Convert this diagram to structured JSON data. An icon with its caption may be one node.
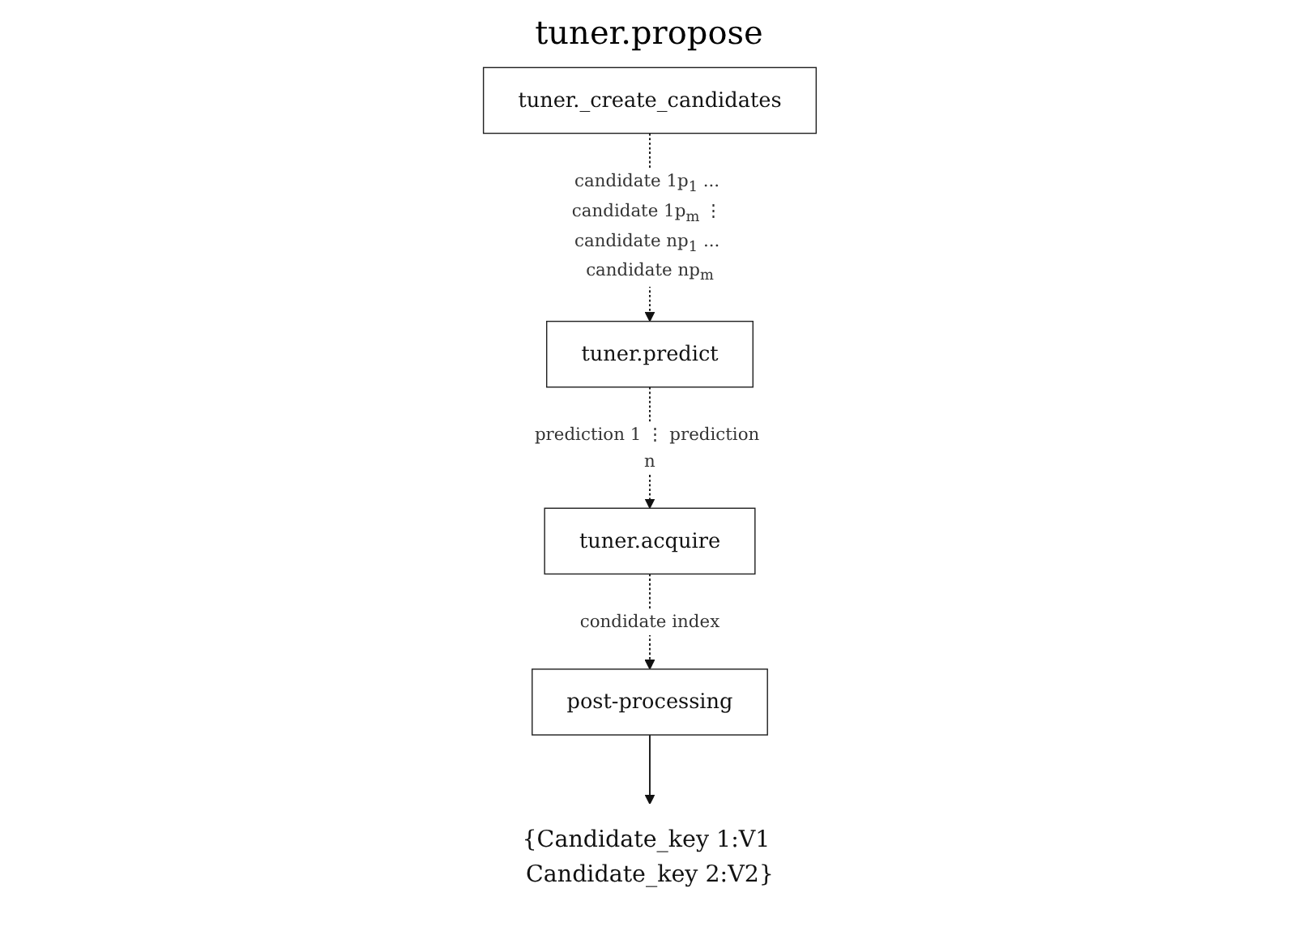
{
  "diagram": {
    "title": "tuner.propose",
    "nodes": [
      {
        "text": [
          "tuner._create_candidates"
        ]
      },
      {
        "text": [
          "tuner.predict"
        ]
      },
      {
        "text": [
          "tuner.acquire"
        ]
      },
      {
        "text": [
          "post-processing"
        ]
      },
      {
        "text": [
          "{Candidate_key 1:V1 Candidate_key 2:V2}"
        ]
      }
    ],
    "edges": [
      {
        "from": 0,
        "to": 1,
        "arrow": "to",
        "style": "dashed",
        "label": "candidate 1p$_{1}$ ... candidate 1p$_{m}$ ⋮ candidate np$_{1}$ ... candidate np$_{m}$"
      },
      {
        "from": 1,
        "to": 2,
        "arrow": "to",
        "style": "dashed",
        "label": "prediction 1 ⋮ prediction n"
      },
      {
        "from": 2,
        "to": 3,
        "arrow": "to",
        "style": "dashed",
        "label": "condidate index"
      },
      {
        "from": 3,
        "to": 4,
        "arrow": "to"
      }
    ]
  }
}
